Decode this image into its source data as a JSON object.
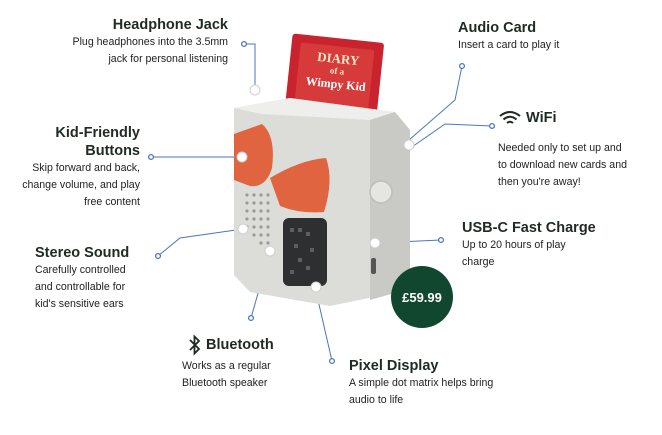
{
  "features": {
    "headphone_jack": {
      "title": "Headphone Jack",
      "desc1": "Plug headphones into the 3.5mm",
      "desc2": "jack for personal listening"
    },
    "audio_card": {
      "title": "Audio Card",
      "desc1": "Insert a card to play it"
    },
    "kid_friendly": {
      "title1": "Kid-Friendly",
      "title2": "Buttons",
      "desc1": "Skip forward and back,",
      "desc2": "change volume, and play",
      "desc3": "free content"
    },
    "wifi": {
      "title": "WiFi",
      "desc1": "Needed only to set up and",
      "desc2": "to download new cards and",
      "desc3": "then you're away!"
    },
    "stereo": {
      "title": "Stereo Sound",
      "desc1": "Carefully controlled",
      "desc2": "and controllable for",
      "desc3": "kid's sensitive ears"
    },
    "usbc": {
      "title": "USB-C Fast Charge",
      "desc1": "Up to 20 hours of play",
      "desc2": "charge"
    },
    "bluetooth": {
      "title": "Bluetooth",
      "desc1": "Works as a regular",
      "desc2": "Bluetooth speaker"
    },
    "pixel": {
      "title": "Pixel Display",
      "desc1": "A simple dot matrix helps bring",
      "desc2": "audio to life"
    }
  },
  "card": {
    "line1": "DIARY",
    "line2": "of a",
    "line3": "Wimpy Kid"
  },
  "price": "£59.99",
  "colors": {
    "accent_blue": "#4a78b8",
    "device_body": "#d9d9d6",
    "button_orange": "#e0643f",
    "price_green": "#12472f",
    "card_red": "#c9232e"
  },
  "icons": [
    "wifi-icon",
    "bluetooth-icon"
  ]
}
